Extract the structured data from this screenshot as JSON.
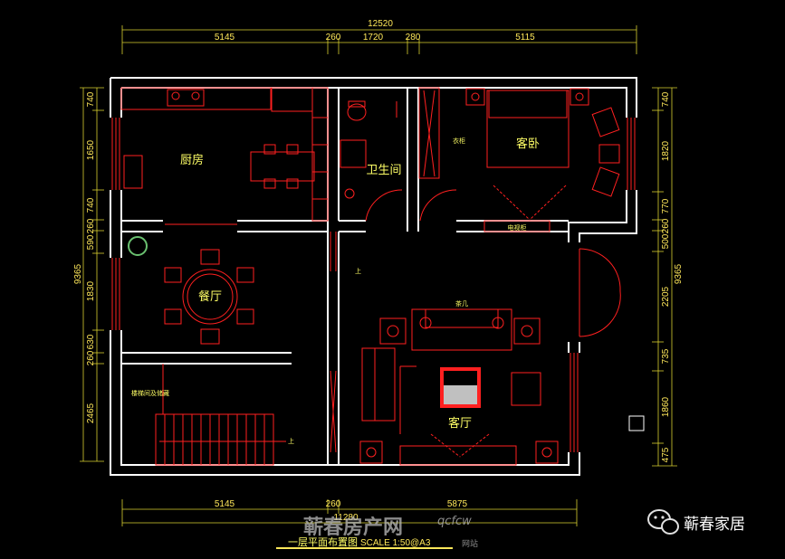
{
  "dimensions": {
    "top_total": "12520",
    "top_segments": [
      "5145",
      "260",
      "1720",
      "280",
      "5115"
    ],
    "bottom_total": "11280",
    "bottom_segments": [
      "5145",
      "260",
      "5875"
    ],
    "left_total": "9365",
    "left_segments": [
      "740",
      "1650",
      "740",
      "260",
      "590",
      "1830",
      "630",
      "260",
      "2465"
    ],
    "right_total": "9365",
    "right_segments": [
      "740",
      "1820",
      "770",
      "260",
      "500",
      "2205",
      "735",
      "1860",
      "475"
    ]
  },
  "rooms": {
    "kitchen": "厨房",
    "bathroom": "卫生间",
    "guest_bedroom": "客卧",
    "dining": "餐厅",
    "living": "客厅"
  },
  "annotations": {
    "wardrobe": "衣柜",
    "tv_cabinet": "电视柜",
    "coffee_table": "茶几",
    "storage": "楼梯间及储藏",
    "up_1": "上",
    "up_2": "上"
  },
  "footer": {
    "plan_title": "一层平面布置图",
    "scale": "SCALE 1:50@A3"
  },
  "watermarks": {
    "site_name": "蕲春房产网",
    "site_domain": "qcfcw",
    "site_suffix": "网站",
    "brand": "蕲春家居"
  },
  "colors": {
    "background": "#000000",
    "walls": "#ffffff",
    "furniture": "#ff2020",
    "text": "#ffff66"
  }
}
